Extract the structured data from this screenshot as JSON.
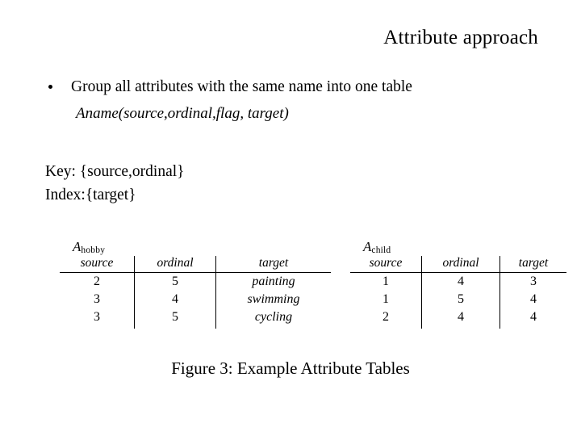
{
  "slide": {
    "title": "Attribute approach",
    "background_color": "#ffffff",
    "text_color": "#000000",
    "bullets": [
      {
        "text": "Group all attributes with the same name into one table",
        "sub_line": "Aname(source,ordinal,flag, target)"
      }
    ],
    "key_line": "Key: {source,ordinal}",
    "index_line": "Index:{target}"
  },
  "figure": {
    "caption": "Figure 3: Example Attribute Tables",
    "tables": [
      {
        "name_base": "A",
        "name_sub": "hobby",
        "columns": [
          "source",
          "ordinal",
          "target"
        ],
        "rows": [
          [
            "2",
            "5",
            "painting"
          ],
          [
            "3",
            "4",
            "swimming"
          ],
          [
            "3",
            "5",
            "cycling"
          ]
        ]
      },
      {
        "name_base": "A",
        "name_sub": "child",
        "columns": [
          "source",
          "ordinal",
          "target"
        ],
        "rows": [
          [
            "1",
            "4",
            "3"
          ],
          [
            "1",
            "5",
            "4"
          ],
          [
            "2",
            "4",
            "4"
          ]
        ]
      }
    ]
  }
}
